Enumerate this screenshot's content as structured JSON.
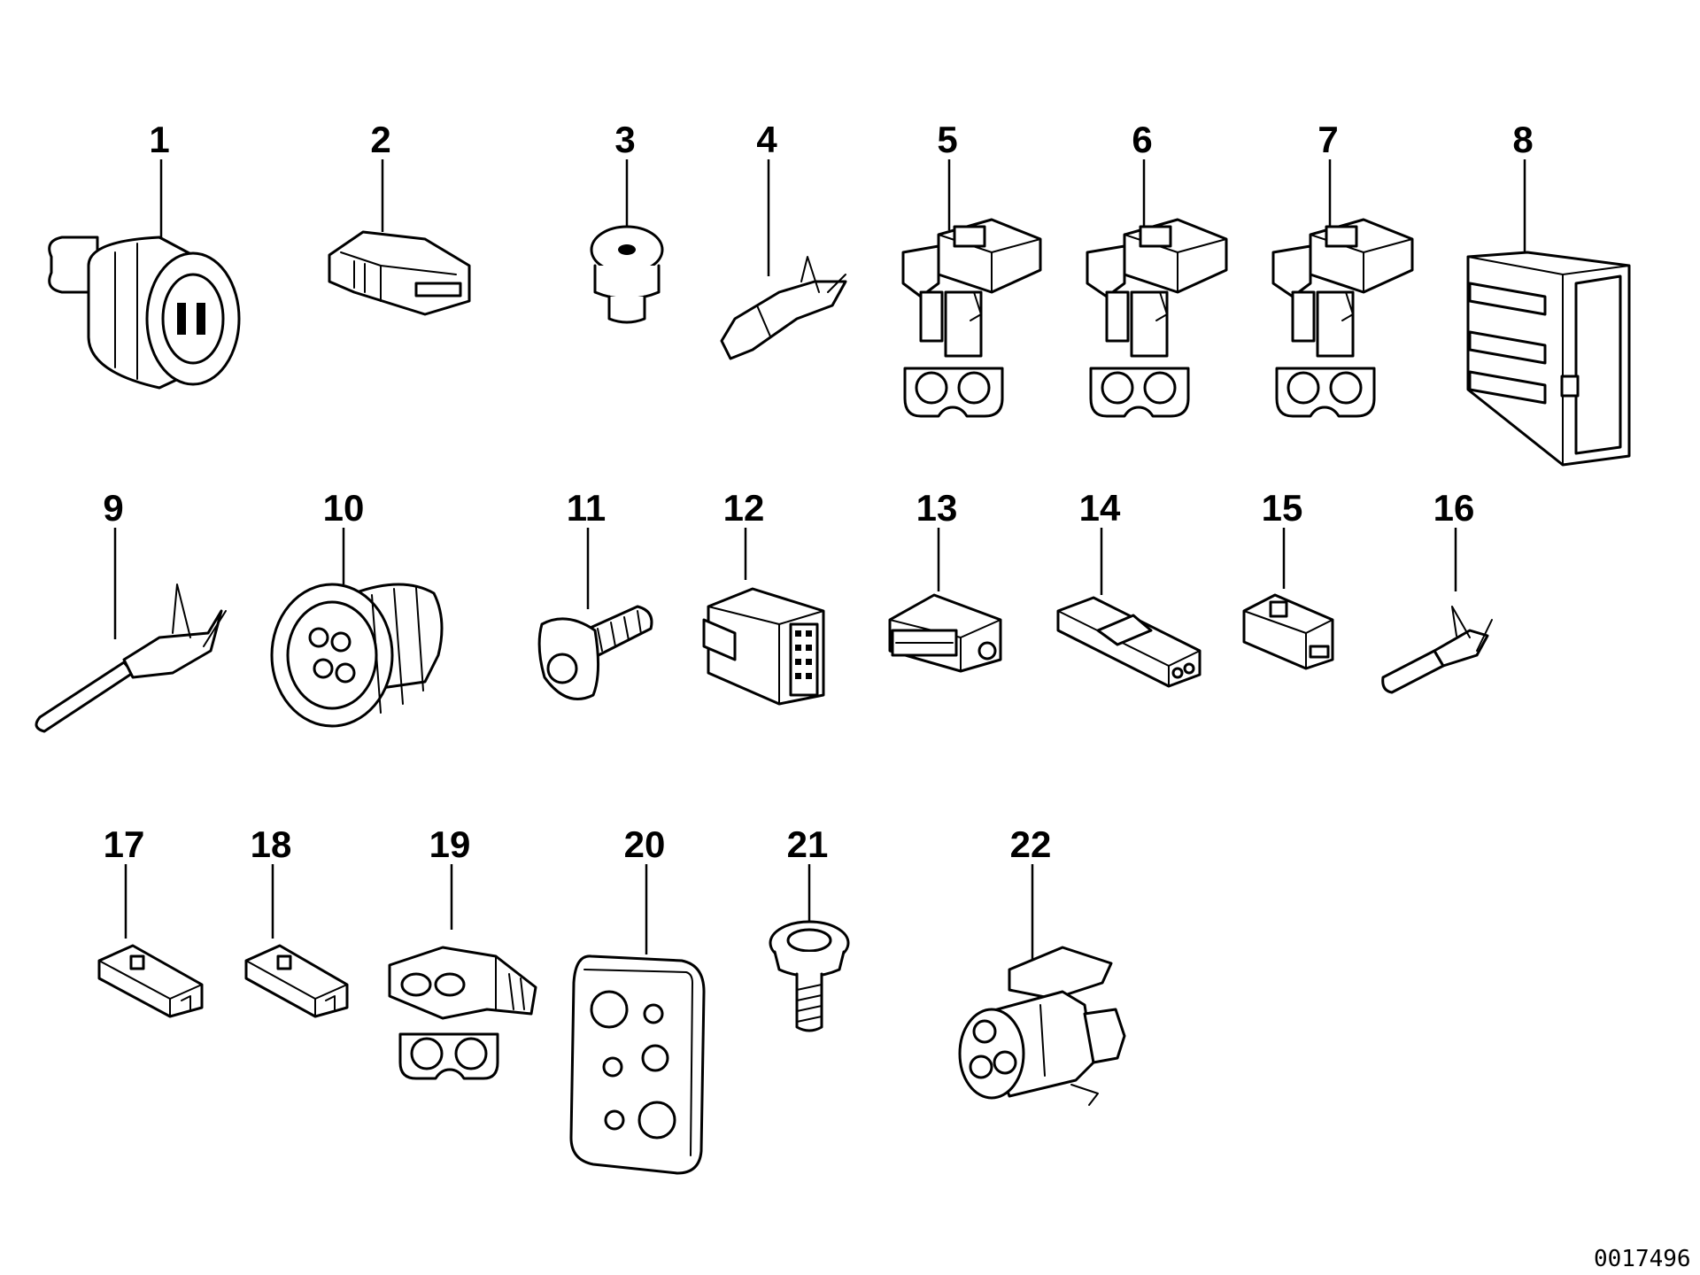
{
  "parts": [
    {
      "id": "part-1",
      "label": "1"
    },
    {
      "id": "part-2",
      "label": "2"
    },
    {
      "id": "part-3",
      "label": "3"
    },
    {
      "id": "part-4",
      "label": "4"
    },
    {
      "id": "part-5",
      "label": "5"
    },
    {
      "id": "part-6",
      "label": "6"
    },
    {
      "id": "part-7",
      "label": "7"
    },
    {
      "id": "part-8",
      "label": "8"
    },
    {
      "id": "part-9",
      "label": "9"
    },
    {
      "id": "part-10",
      "label": "10"
    },
    {
      "id": "part-11",
      "label": "11"
    },
    {
      "id": "part-12",
      "label": "12"
    },
    {
      "id": "part-13",
      "label": "13"
    },
    {
      "id": "part-14",
      "label": "14"
    },
    {
      "id": "part-15",
      "label": "15"
    },
    {
      "id": "part-16",
      "label": "16"
    },
    {
      "id": "part-17",
      "label": "17"
    },
    {
      "id": "part-18",
      "label": "18"
    },
    {
      "id": "part-19",
      "label": "19"
    },
    {
      "id": "part-20",
      "label": "20"
    },
    {
      "id": "part-21",
      "label": "21"
    },
    {
      "id": "part-22",
      "label": "22"
    }
  ],
  "reference_number": "0017496"
}
